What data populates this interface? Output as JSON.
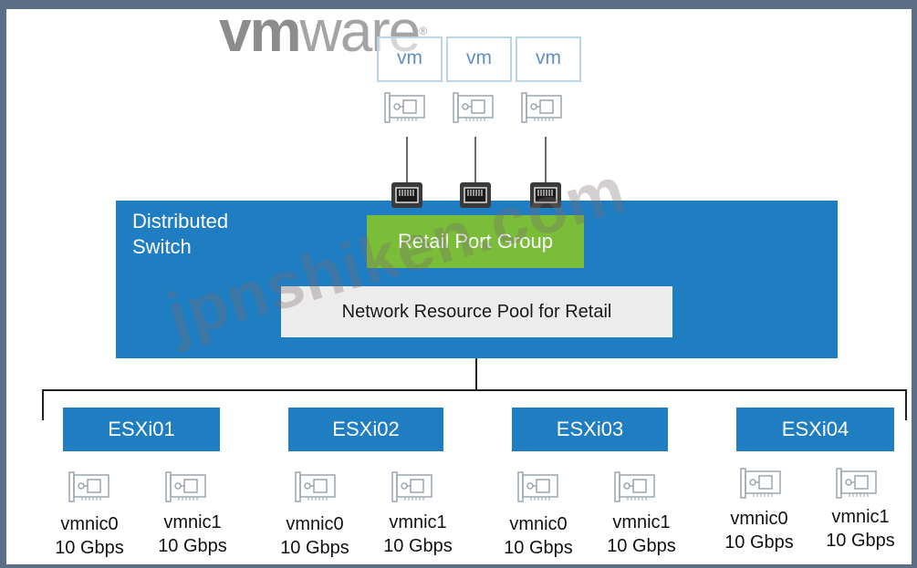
{
  "logo": {
    "text_vm": "vm",
    "text_ware": "ware",
    "registered": "®"
  },
  "vms": [
    {
      "label": "vm"
    },
    {
      "label": "vm"
    },
    {
      "label": "vm"
    }
  ],
  "distributed_switch": {
    "label_line1": "Distributed",
    "label_line2": "Switch",
    "port_group": "Retail Port Group",
    "resource_pool": "Network Resource Pool for Retail"
  },
  "hosts": [
    {
      "name": "ESXi01",
      "nics": [
        {
          "name": "vmnic0",
          "speed": "10 Gbps"
        },
        {
          "name": "vmnic1",
          "speed": "10 Gbps"
        }
      ]
    },
    {
      "name": "ESXi02",
      "nics": [
        {
          "name": "vmnic0",
          "speed": "10 Gbps"
        },
        {
          "name": "vmnic1",
          "speed": "10 Gbps"
        }
      ]
    },
    {
      "name": "ESXi03",
      "nics": [
        {
          "name": "vmnic0",
          "speed": "10 Gbps"
        },
        {
          "name": "vmnic1",
          "speed": "10 Gbps"
        }
      ]
    },
    {
      "name": "ESXi04",
      "nics": [
        {
          "name": "vmnic0",
          "speed": "10 Gbps"
        },
        {
          "name": "vmnic1",
          "speed": "10 Gbps"
        }
      ]
    }
  ],
  "watermark": "jpnshiken.com",
  "colors": {
    "frame": "#5a6e86",
    "switch_blue": "#1f7dc1",
    "port_group_green": "#79bd38",
    "pool_gray": "#ececec",
    "vm_border": "#b9d5ea"
  }
}
